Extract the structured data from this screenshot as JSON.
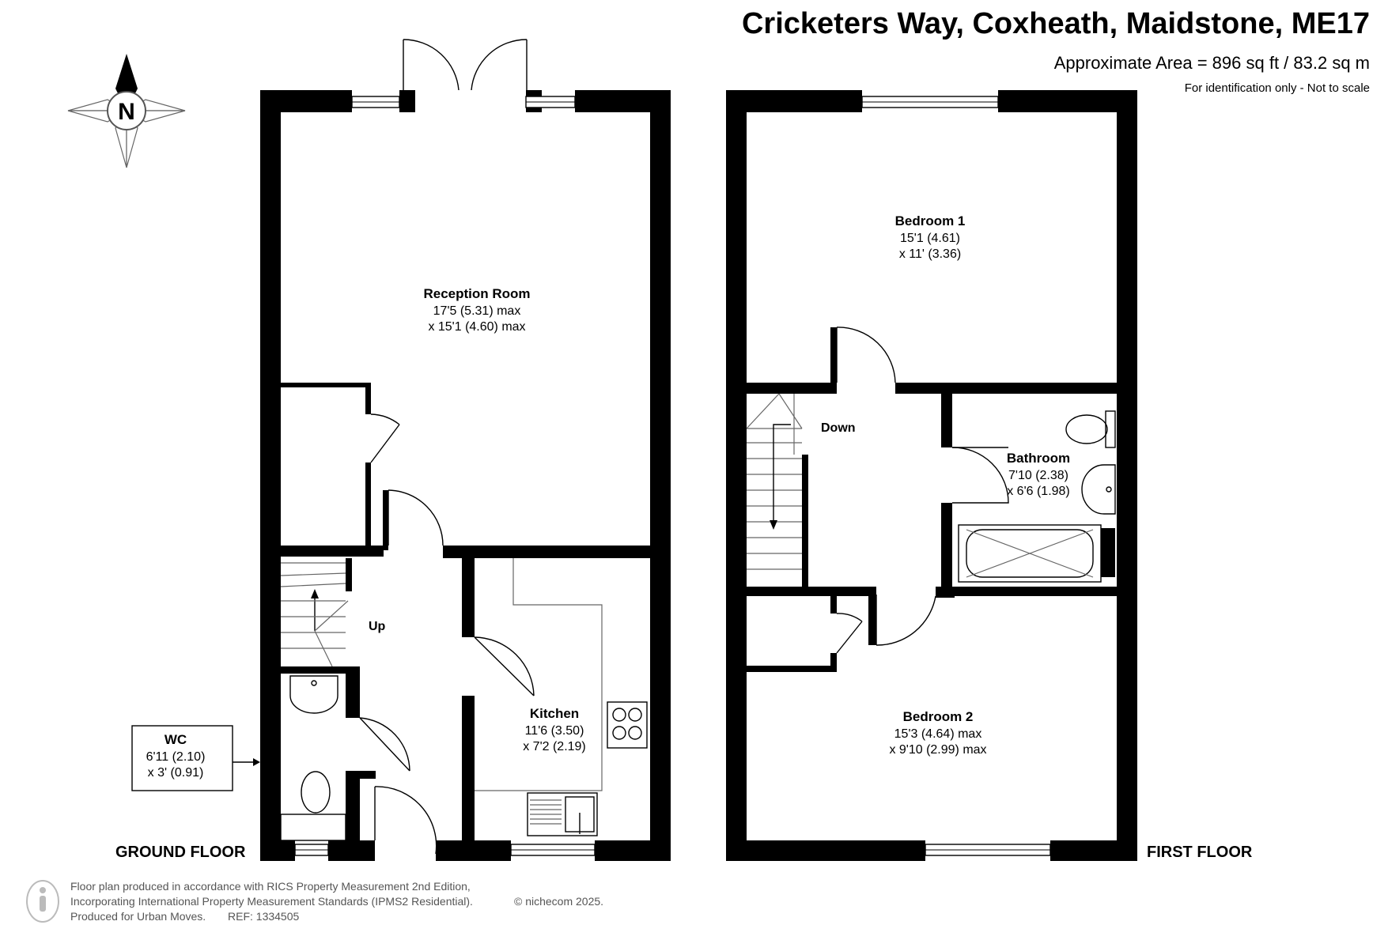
{
  "header": {
    "title": "Cricketers Way, Coxheath, Maidstone, ME17",
    "area": "Approximate Area = 896 sq ft / 83.2 sq m",
    "note": "For identification only - Not to scale"
  },
  "compass": {
    "label": "N"
  },
  "floors": {
    "ground": "GROUND FLOOR",
    "first": "FIRST FLOOR"
  },
  "rooms": {
    "reception": {
      "name": "Reception Room",
      "dim1": "17'5 (5.31) max",
      "dim2": "x 15'1 (4.60) max"
    },
    "kitchen": {
      "name": "Kitchen",
      "dim1": "11'6 (3.50)",
      "dim2": "x 7'2 (2.19)"
    },
    "wc": {
      "name": "WC",
      "dim1": "6'11 (2.10)",
      "dim2": "x 3' (0.91)"
    },
    "bedroom1": {
      "name": "Bedroom 1",
      "dim1": "15'1 (4.61)",
      "dim2": "x 11' (3.36)"
    },
    "bathroom": {
      "name": "Bathroom",
      "dim1": "7'10 (2.38)",
      "dim2": "x 6'6 (1.98)"
    },
    "bedroom2": {
      "name": "Bedroom 2",
      "dim1": "15'3 (4.64) max",
      "dim2": "x 9'10 (2.99) max"
    }
  },
  "labels": {
    "up": "Up",
    "down": "Down"
  },
  "footer": {
    "line1": "Floor plan produced in accordance with RICS Property Measurement 2nd Edition,",
    "line2": "Incorporating International Property Measurement Standards (IPMS2 Residential).",
    "line3": "Produced for Urban Moves.",
    "ref": "REF:  1334505",
    "copyright": "© nichecom 2025."
  }
}
